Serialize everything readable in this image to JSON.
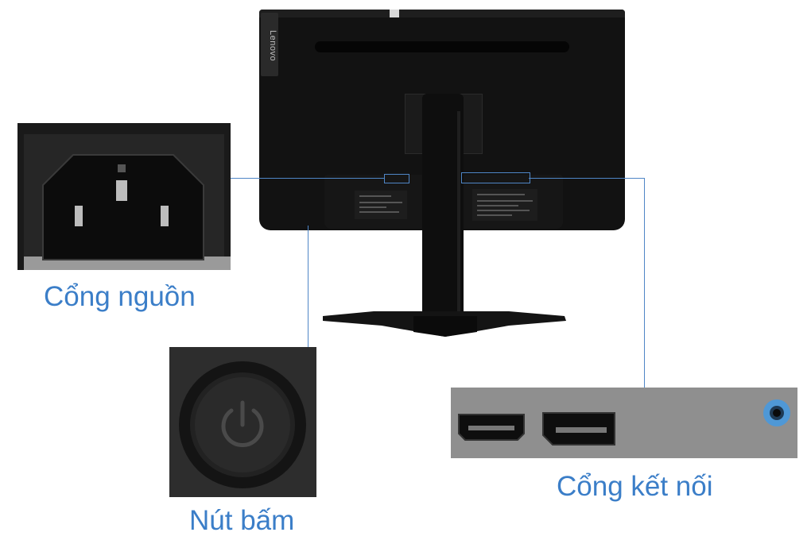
{
  "brand": "Lenovo",
  "callouts": {
    "power_port": "Cổng nguồn",
    "power_button": "Nút bấm",
    "ports": "Cổng kết nối"
  },
  "colors": {
    "accent": "#3b7ec8",
    "monitor": "#121212",
    "background": "#ffffff"
  },
  "icons": [
    "power-socket-icon",
    "power-button-icon",
    "hdmi-port-icon",
    "displayport-icon",
    "audio-jack-icon"
  ]
}
